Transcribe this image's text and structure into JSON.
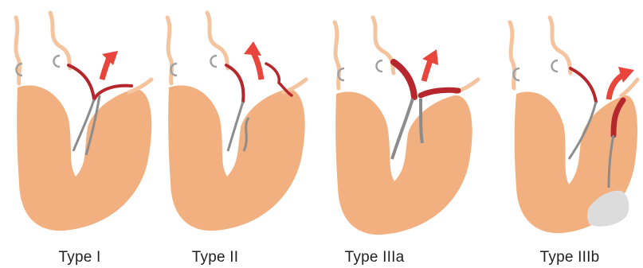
{
  "panels": [
    {
      "label": "Type I"
    },
    {
      "label": "Type II"
    },
    {
      "label": "Type IIIa"
    },
    {
      "label": "Type IIIb"
    }
  ],
  "colors": {
    "tissue": "#f2b080",
    "vessel_light": "#f4c49f",
    "vessel_dark": "#b5272c",
    "arrow": "#e8453d",
    "wire": "#8c8c8c",
    "hook": "#a0a0a0",
    "graft": "#dcdcdc"
  }
}
